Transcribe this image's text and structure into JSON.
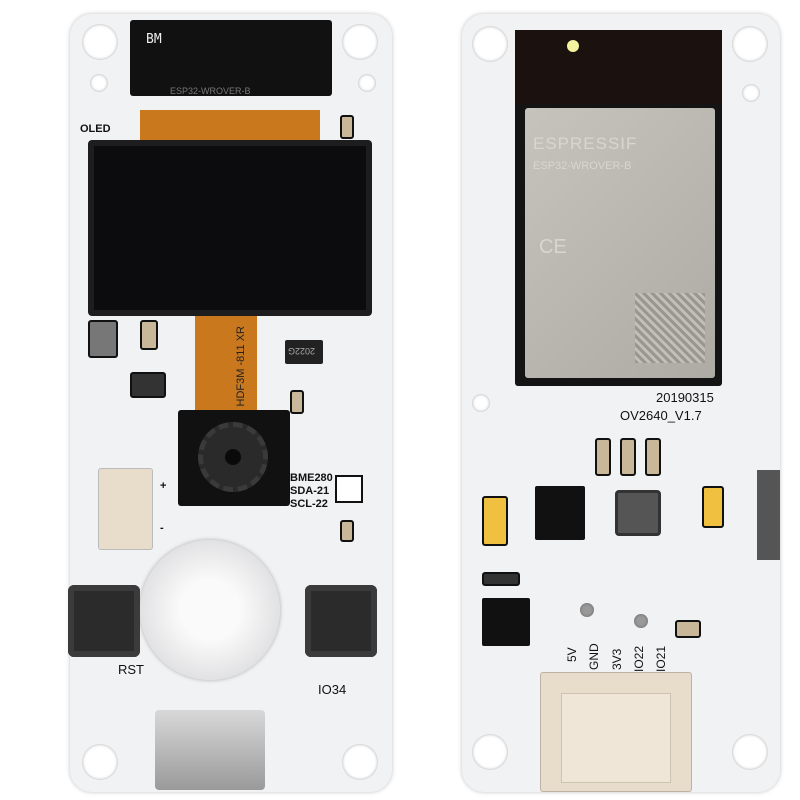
{
  "left_board": {
    "small_oled_text": "BM",
    "small_oled_subtext": "ESP32-WROVER-B",
    "oled_label": "OLED",
    "flex_text": "HDF3M -811 XR",
    "chip_marking": "2022G",
    "sensor_labels": [
      "BME280",
      "SDA-21",
      "SCL-22"
    ],
    "button_labels": {
      "reset": "RST",
      "io": "IO34"
    },
    "connector_marks": [
      "+",
      "-"
    ]
  },
  "right_board": {
    "module_brand": "ESPRESSIF",
    "module_model": "ESP32-WROVER-B",
    "certification": "CE",
    "date_code": "20190315",
    "board_version": "OV2640_V1.7",
    "pin_labels": [
      "5V",
      "GND",
      "3V3",
      "IO22",
      "IO21"
    ]
  },
  "colors": {
    "board": "#f1f2f4",
    "flex": "#c9781e",
    "connector": "#e8dccb",
    "module_can": "#bdbab3"
  }
}
